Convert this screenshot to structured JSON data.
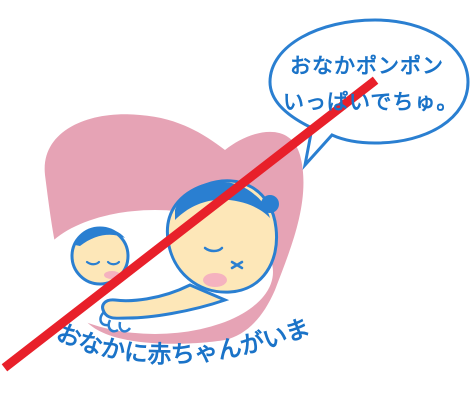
{
  "speech_bubble": {
    "line1": "おなかポンポン",
    "line2": "いっぱいでちゅ。"
  },
  "caption": "おなかに赤ちゃんがいます",
  "colors": {
    "heart_pink": "#e6a3b5",
    "bubble_text": "#1a73c8",
    "outline_blue": "#2a7fd1",
    "skin": "#fde7b8",
    "cheek": "#f5b2bf",
    "prohibition_line": "#e8202a"
  }
}
